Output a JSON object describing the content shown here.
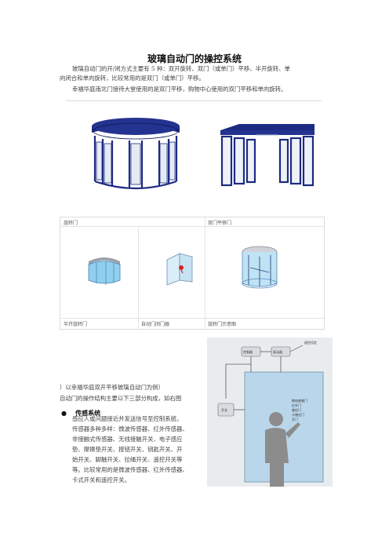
{
  "title": "玻璃自动门的操控系统",
  "intro": {
    "line1": "玻璃自动门的开/闭方式主要有 5 种：双开旋转、双门（或单门）平移、半开旋转、单",
    "line2": "向闭合和单向旋转，比较常用的是双门（或单门）平移。",
    "line3": "幸福华庭南北门接待大堂使用的是双门平移，购物中心使用的双门平移和单向旋转。"
  },
  "table": {
    "top_left": "旋转门",
    "top_right": "双门平移门",
    "bottom": [
      "半开旋转门",
      "自动门闭门器",
      "旋转门示意图"
    ]
  },
  "body": {
    "line1": "）以幸福华庭双开平移玻璃自动门为例）",
    "line2": "自动门的操作结构主要以下三部分构成，如右图",
    "bullet_title": "传感系统",
    "bullet_lines": [
      "感应人或问题接近并发送信号至控制系统，",
      "传感器多种多样：微波传感器、红外传感器、",
      "非接触式传感器、无线接触开关、电子感应",
      "垫、摩擦垫开关、按钮开关、钥匙开关、开",
      "始开关、脚触开关、拉绳开关、遥控开关等",
      "等。比较常用的是微波传感器、红外传感器、",
      "卡式开关和遥控开关。"
    ]
  },
  "diagram": {
    "top_label": "遥控设定",
    "box_left": "控制器",
    "box_mid": "驱动器",
    "side_box": "开关",
    "panel_lines": [
      "微电感感门",
      "红外门",
      "感应门",
      "卡感应门",
      "开门"
    ]
  },
  "colors": {
    "door_blue": "#1d2a82",
    "panel_blue": "#b9d6ea",
    "figure_gray": "#8c8c8c"
  }
}
